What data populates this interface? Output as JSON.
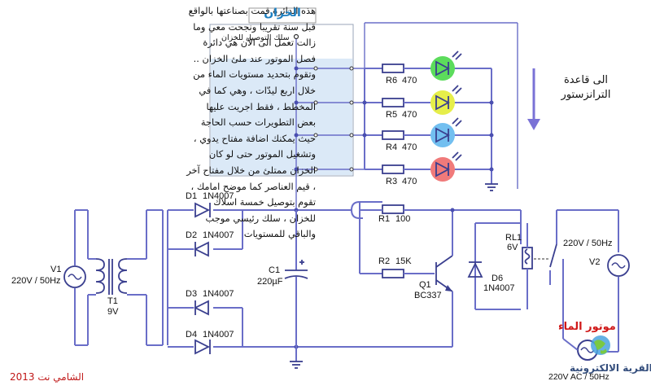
{
  "article_text": "هذه الدائرة قمت بصناعتها بالواقع قبل سنة تقريبا ونجحت معي وما زالت تعمل الى الآن هي دائرة فصل الموتور عند ملئ الخزان .. وتقوم بتحديد مستويات الماء من خلال اربع ليدّات ، وهي كما في المخطط ، فقط اجريت عليها بعض التطويرات حسب الحاجة حيث يمكنك اضافة مفتاح يدوي ، وتشغيل الموتور حتى لو كان الخزان ممتلئ من خلال مفتاح آخر ، قيم العناصر كما موضح امامك ، تقوم بتوصيل خمسة اسلاك للخزان ، سلك رئيسي موجب والباقي للمستويات",
  "tank": {
    "title": "الخزان",
    "main_wire_label": "سلك التوصيل للخزان",
    "water_color": "#dbe9f7"
  },
  "annotation": {
    "transistor_base": "الى قاعدة\nالترانزستور"
  },
  "resistors_led": [
    {
      "name": "R6",
      "value": "470",
      "led_color": "#5cdc5c"
    },
    {
      "name": "R5",
      "value": "470",
      "led_color": "#e6ee4a"
    },
    {
      "name": "R4",
      "value": "470",
      "led_color": "#72bff0"
    },
    {
      "name": "R3",
      "value": "470",
      "led_color": "#f07a7a"
    }
  ],
  "diodes": [
    {
      "name": "D1",
      "value": "1N4007"
    },
    {
      "name": "D2",
      "value": "1N4007"
    },
    {
      "name": "D3",
      "value": "1N4007"
    },
    {
      "name": "D4",
      "value": "1N4007"
    }
  ],
  "components": {
    "r1": {
      "name": "R1",
      "value": "100"
    },
    "r2": {
      "name": "R2",
      "value": "15K"
    },
    "q1": {
      "name": "Q1",
      "value": "BC337"
    },
    "c1": {
      "name": "C1",
      "value": "220µF"
    },
    "d6": {
      "name": "D6",
      "value": "1N4007"
    },
    "rl1": {
      "name": "RL1",
      "value": "6V"
    },
    "t1": {
      "name": "T1",
      "value": "9V"
    },
    "v1": {
      "name": "V1",
      "value": "220V / 50Hz"
    },
    "v2": {
      "name": "V2",
      "value": "220V / 50Hz",
      "value_top": "220V / 50Hz"
    }
  },
  "motor": {
    "label": "موتور الماء",
    "rating": "220V AC / 50Hz"
  },
  "footer": {
    "credit": "الشامي نت 2013",
    "watermark": "القرية الالكترونية"
  },
  "colors": {
    "wire": "#6a6ec8",
    "title_blue": "#1e7fc0",
    "arrow": "#7a72d6",
    "motor_label": "#d01818",
    "credit": "#c01818"
  }
}
